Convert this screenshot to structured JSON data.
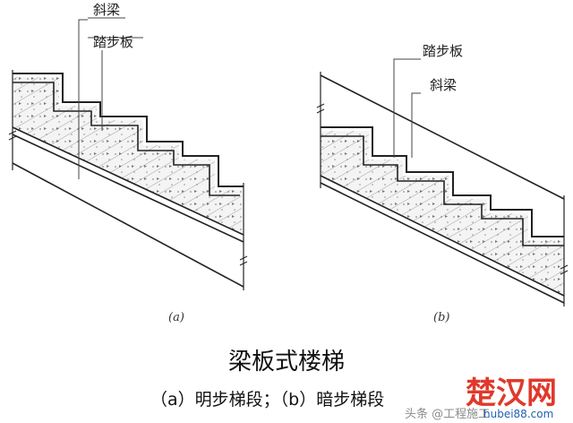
{
  "diagram_a": {
    "label_beam": "斜梁",
    "label_tread": "踏步板",
    "sublabel": "(a)"
  },
  "diagram_b": {
    "label_tread": "踏步板",
    "label_beam": "斜梁",
    "sublabel": "(b)"
  },
  "title": "梁板式楼梯",
  "caption": "（a）明步梯段；（b）暗步梯段",
  "watermark": {
    "brand": "楚汉网",
    "url": "hubei88.com",
    "source": "头条 @工程施工"
  },
  "colors": {
    "line": "#222222",
    "hatch": "#8a8a8a",
    "concrete": "#eeeeee",
    "watermark_red": "#e0392b",
    "watermark_blue": "#1f5fb5"
  }
}
